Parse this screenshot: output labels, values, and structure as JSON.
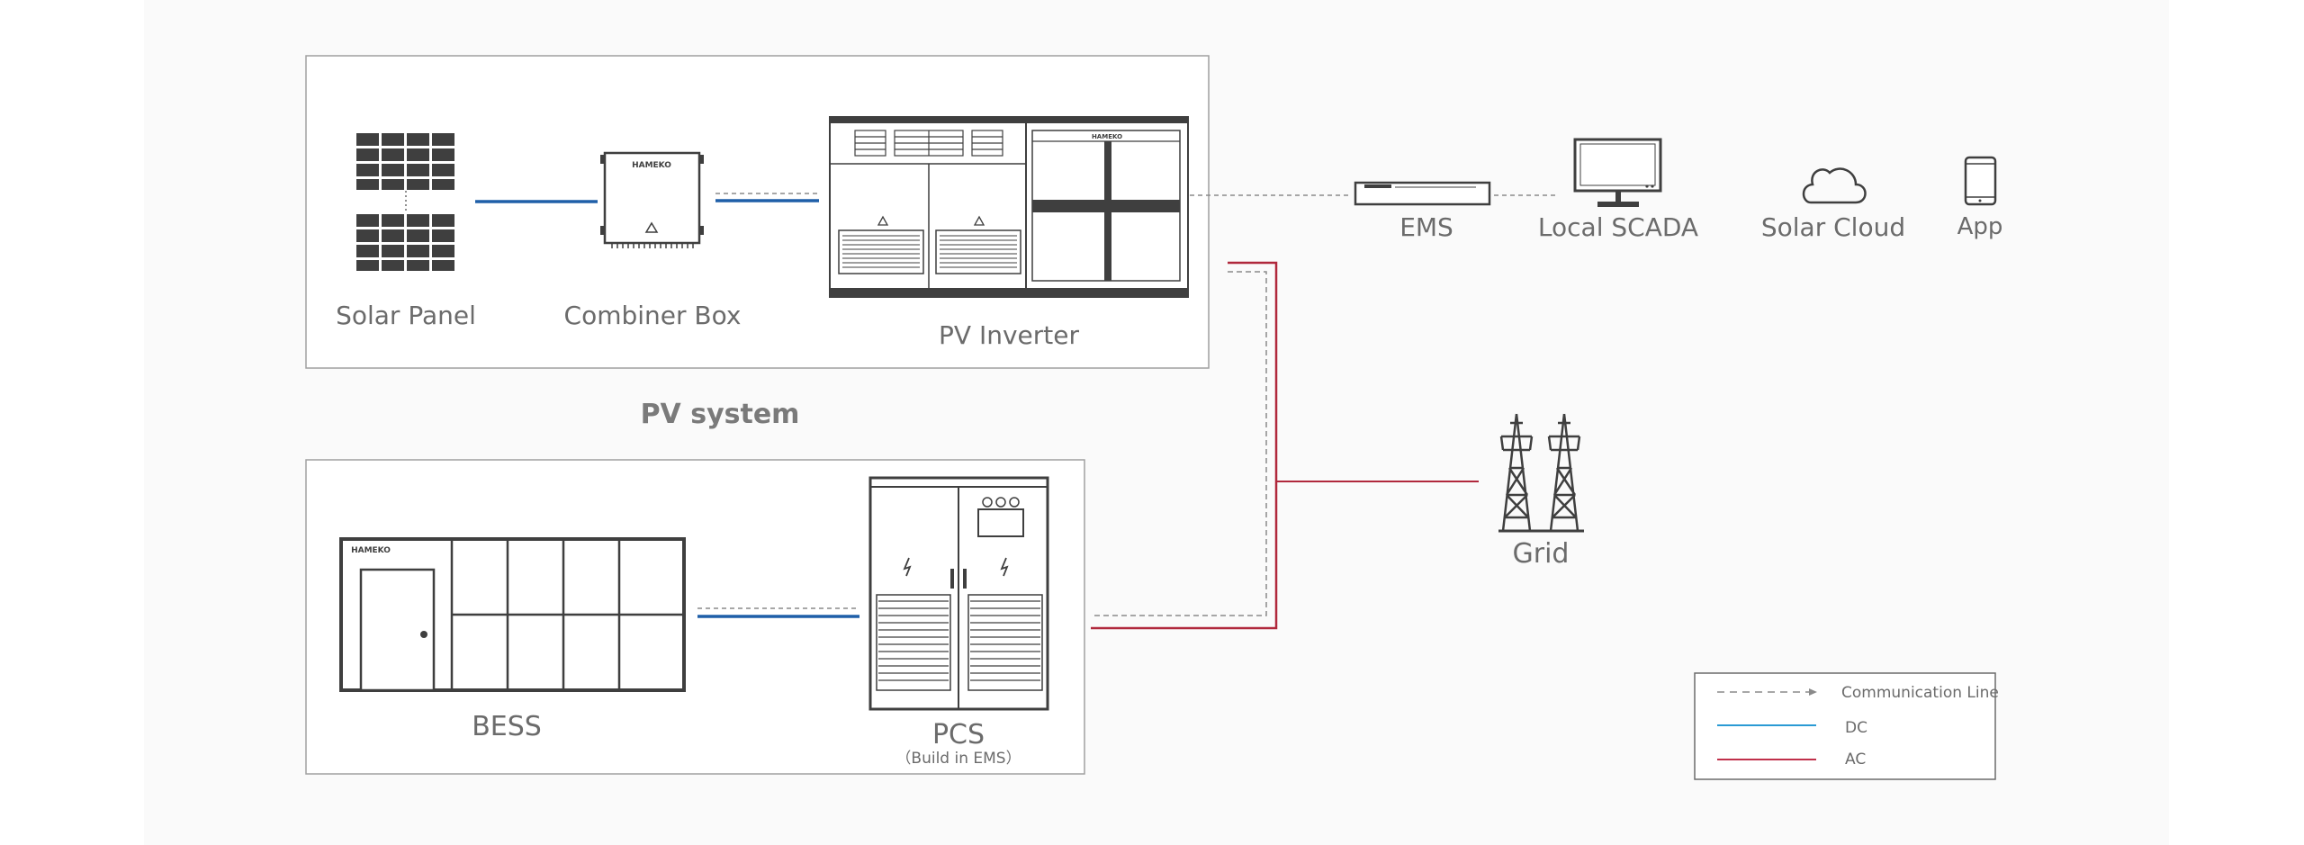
{
  "labels": {
    "solar_panel": "Solar Panel",
    "combiner_box": "Combiner Box",
    "pv_inverter": "PV Inverter",
    "pv_system": "PV system",
    "ems": "EMS",
    "local_scada": "Local SCADA",
    "solar_cloud": "Solar Cloud",
    "app": "App",
    "grid": "Grid",
    "bess": "BESS",
    "pcs": "PCS",
    "pcs_sub": "（Build in EMS）",
    "brand": "HAMEKO"
  },
  "legend": {
    "communication": "Communication Line",
    "dc": "DC",
    "ac": "AC"
  },
  "colors": {
    "dc": "#1f5fa8",
    "ac": "#b0283c",
    "comm": "#8a8a8a",
    "equipment": "#3f3f3f",
    "text": "#6b6b6b",
    "frame": "#a0a0a0",
    "legend_dc": "#2a9ad4",
    "legend_ac": "#c0304a"
  },
  "icons": [
    "solar-panel-icon",
    "combiner-box-icon",
    "pv-inverter-icon",
    "ems-icon",
    "monitor-icon",
    "cloud-icon",
    "smartphone-icon",
    "transmission-tower-icon",
    "battery-container-icon",
    "pcs-cabinet-icon"
  ]
}
